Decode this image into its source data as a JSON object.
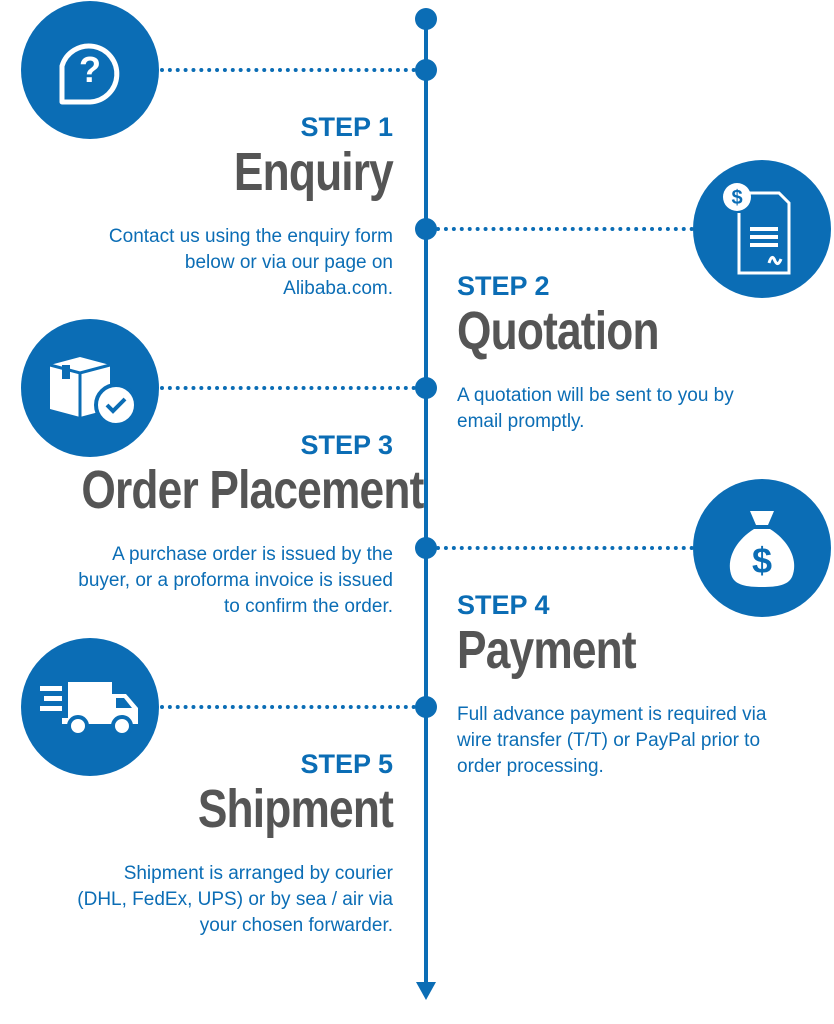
{
  "colors": {
    "accent": "#0b6db5",
    "title": "#555555"
  },
  "steps": [
    {
      "label": "STEP 1",
      "title": "Enquiry",
      "icon": "question-bubble-icon",
      "desc": [
        "Contact us using the enquiry form",
        "below or via our page on",
        "Alibaba.com."
      ]
    },
    {
      "label": "STEP 2",
      "title": "Quotation",
      "icon": "invoice-icon",
      "desc": [
        "A quotation will be sent to you by",
        "email promptly."
      ]
    },
    {
      "label": "STEP 3",
      "title": "Order Placement",
      "icon": "box-check-icon",
      "desc": [
        "A purchase order is issued by the",
        "buyer, or a proforma invoice is issued",
        "to confirm the order."
      ]
    },
    {
      "label": "STEP 4",
      "title": "Payment",
      "icon": "money-bag-icon",
      "desc": [
        "Full advance payment is required via",
        "wire transfer (T/T) or PayPal prior to",
        "order processing."
      ]
    },
    {
      "label": "STEP 5",
      "title": "Shipment",
      "icon": "delivery-truck-icon",
      "desc": [
        "Shipment is arranged by courier",
        "(DHL, FedEx, UPS) or by sea / air via",
        "your chosen forwarder."
      ]
    }
  ]
}
